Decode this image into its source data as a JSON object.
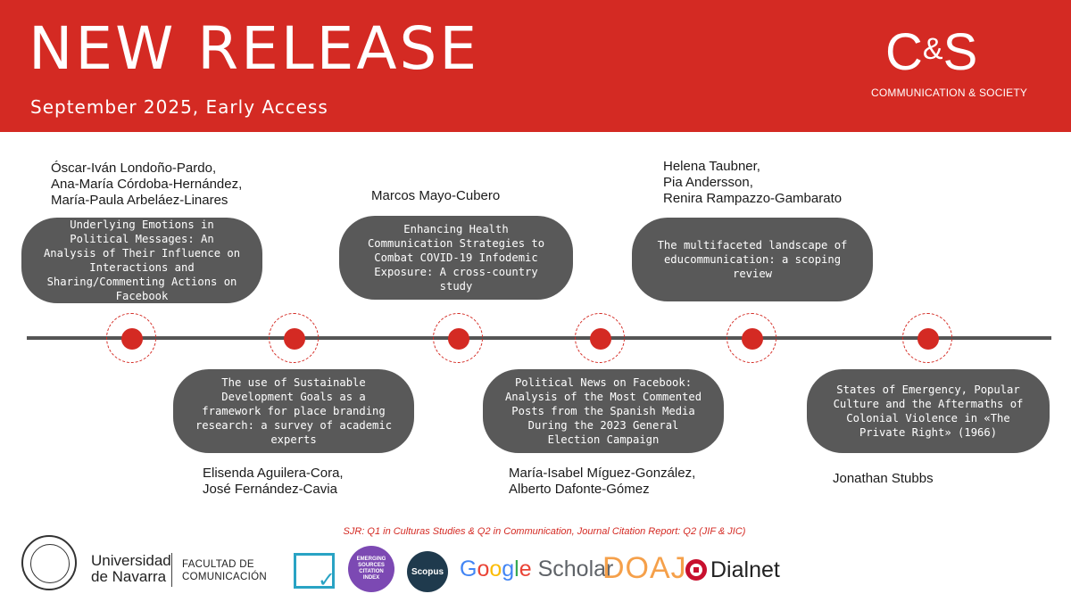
{
  "header": {
    "title": "NEW RELEASE",
    "subtitle": "September 2025, Early Access",
    "logo_main_left": "C",
    "logo_amp": "&",
    "logo_main_right": "S",
    "logo_sub": "COMMUNICATION & SOCIETY"
  },
  "articles": [
    {
      "title": "Underlying Emotions in Political Messages: An Analysis of Their Influence on Interactions and Sharing/Commenting Actions on Facebook",
      "authors": [
        "Óscar-Iván Londoño-Pardo,",
        "Ana-María Córdoba-Hernández,",
        "María-Paula Arbeláez-Linares"
      ]
    },
    {
      "title": "The use of Sustainable Development Goals as a framework for place branding research: a survey of academic experts",
      "authors": [
        "Elisenda Aguilera-Cora,",
        "José Fernández-Cavia"
      ]
    },
    {
      "title": "Enhancing Health Communication Strategies to Combat COVID-19 Infodemic Exposure: A cross-country study",
      "authors": [
        "Marcos Mayo-Cubero"
      ]
    },
    {
      "title": "Political News on Facebook: Analysis of the Most Commented Posts from the Spanish Media During the 2023 General Election Campaign",
      "authors": [
        "María-Isabel Míguez-González,",
        "Alberto Dafonte-Gómez"
      ]
    },
    {
      "title": "The multifaceted landscape of educommunication: a scoping review",
      "authors": [
        "Helena Taubner,",
        "Pia Andersson,",
        "Renira Rampazzo-Gambarato"
      ]
    },
    {
      "title": "States of Emergency, Popular Culture and the Aftermaths of Colonial Violence in «The Private Right» (1966)",
      "authors": [
        "Jonathan Stubbs"
      ]
    }
  ],
  "footer": {
    "sjr": "SJR: Q1 in Culturas Studies & Q2 in Communication, Journal Citation Report: Q2 (JIF & JIC)",
    "university": [
      "Universidad",
      "de Navarra"
    ],
    "faculty": [
      "FACULTAD DE",
      "COMUNICACIÓN"
    ],
    "esci": "EMERGING SOURCES CITATION INDEX",
    "scopus": "Scopus",
    "google": [
      "G",
      "o",
      "o",
      "g",
      "l",
      "e"
    ],
    "scholar": "Scholar",
    "doaj": "DOAJ",
    "dialnet": "Dialnet"
  },
  "colors": {
    "brand_red": "#d42a23",
    "pill_gray": "#595959",
    "timeline_gray": "#555555"
  }
}
